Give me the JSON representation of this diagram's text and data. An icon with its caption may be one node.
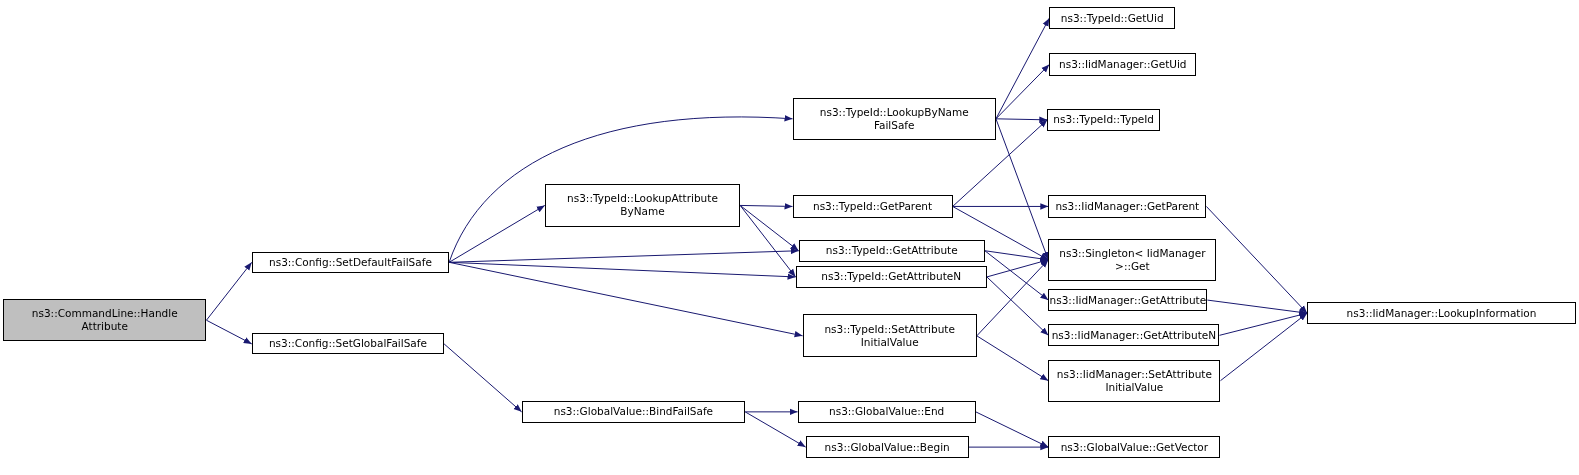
{
  "diagram": {
    "nodes": [
      {
        "text": [
          "ns3::CommandLine::Handle Attribute"
        ]
      },
      {
        "text": [
          "ns3::Config::SetDefaultFailSafe"
        ]
      },
      {
        "text": [
          "ns3::Config::SetGlobalFailSafe"
        ]
      },
      {
        "text": [
          "ns3::TypeId::LookupByName FailSafe"
        ]
      },
      {
        "text": [
          "ns3::TypeId::LookupAttribute ByName"
        ]
      },
      {
        "text": [
          "ns3::TypeId::GetUid"
        ]
      },
      {
        "text": [
          "ns3::IidManager::GetUid"
        ]
      },
      {
        "text": [
          "ns3::TypeId::TypeId"
        ]
      },
      {
        "text": [
          "ns3::TypeId::GetParent"
        ]
      },
      {
        "text": [
          "ns3::IidManager::GetParent"
        ]
      },
      {
        "text": [
          "ns3::Singleton< IidManager >::Get"
        ]
      },
      {
        "text": [
          "ns3::TypeId::GetAttribute"
        ]
      },
      {
        "text": [
          "ns3::TypeId::GetAttributeN"
        ]
      },
      {
        "text": [
          "ns3::TypeId::SetAttribute InitialValue"
        ]
      },
      {
        "text": [
          "ns3::IidManager::GetAttribute"
        ]
      },
      {
        "text": [
          "ns3::IidManager::GetAttributeN"
        ]
      },
      {
        "text": [
          "ns3::IidManager::LookupInformation"
        ]
      },
      {
        "text": [
          "ns3::IidManager::SetAttribute InitialValue"
        ]
      },
      {
        "text": [
          "ns3::GlobalValue::BindFailSafe"
        ]
      },
      {
        "text": [
          "ns3::GlobalValue::End"
        ]
      },
      {
        "text": [
          "ns3::GlobalValue::Begin"
        ]
      },
      {
        "text": [
          "ns3::GlobalValue::GetVector"
        ]
      }
    ],
    "edges": [
      {
        "from": 0,
        "to": 1,
        "arrow": "to"
      },
      {
        "from": 0,
        "to": 2,
        "arrow": "to"
      },
      {
        "from": 1,
        "to": 3,
        "arrow": "to"
      },
      {
        "from": 1,
        "to": 4,
        "arrow": "to"
      },
      {
        "from": 1,
        "to": 11,
        "arrow": "to"
      },
      {
        "from": 1,
        "to": 12,
        "arrow": "to"
      },
      {
        "from": 1,
        "to": 13,
        "arrow": "to"
      },
      {
        "from": 2,
        "to": 18,
        "arrow": "to"
      },
      {
        "from": 3,
        "to": 5,
        "arrow": "to"
      },
      {
        "from": 3,
        "to": 6,
        "arrow": "to"
      },
      {
        "from": 3,
        "to": 7,
        "arrow": "to"
      },
      {
        "from": 3,
        "to": 10,
        "arrow": "to"
      },
      {
        "from": 4,
        "to": 8,
        "arrow": "to"
      },
      {
        "from": 4,
        "to": 11,
        "arrow": "to"
      },
      {
        "from": 4,
        "to": 12,
        "arrow": "to"
      },
      {
        "from": 8,
        "to": 7,
        "arrow": "to"
      },
      {
        "from": 8,
        "to": 9,
        "arrow": "to"
      },
      {
        "from": 8,
        "to": 10,
        "arrow": "to"
      },
      {
        "from": 9,
        "to": 16,
        "arrow": "to"
      },
      {
        "from": 11,
        "to": 10,
        "arrow": "to"
      },
      {
        "from": 11,
        "to": 14,
        "arrow": "to"
      },
      {
        "from": 12,
        "to": 10,
        "arrow": "to"
      },
      {
        "from": 12,
        "to": 15,
        "arrow": "to"
      },
      {
        "from": 13,
        "to": 10,
        "arrow": "to"
      },
      {
        "from": 13,
        "to": 17,
        "arrow": "to"
      },
      {
        "from": 14,
        "to": 16,
        "arrow": "to"
      },
      {
        "from": 15,
        "to": 16,
        "arrow": "to"
      },
      {
        "from": 17,
        "to": 16,
        "arrow": "to"
      },
      {
        "from": 18,
        "to": 19,
        "arrow": "to"
      },
      {
        "from": 18,
        "to": 20,
        "arrow": "to"
      },
      {
        "from": 19,
        "to": 21,
        "arrow": "to"
      },
      {
        "from": 20,
        "to": 21,
        "arrow": "to"
      }
    ]
  }
}
